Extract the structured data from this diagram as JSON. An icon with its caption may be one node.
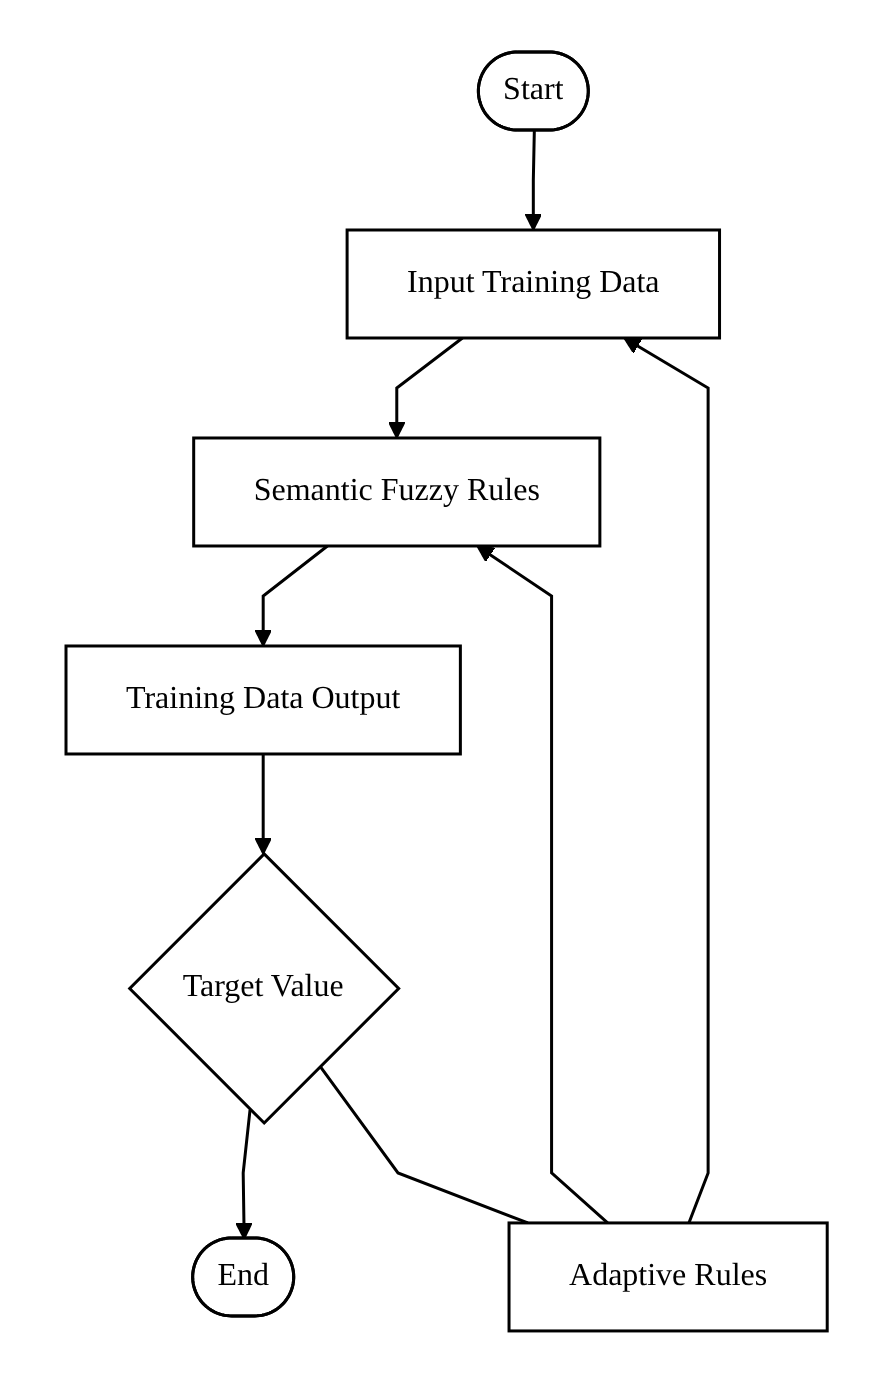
{
  "diagram": {
    "nodes": [
      {
        "text": [
          "Start"
        ]
      },
      {
        "text": [
          "Input Training Data"
        ]
      },
      {
        "text": [
          "Semantic Fuzzy Rules"
        ]
      },
      {
        "text": [
          "Training Data Output"
        ]
      },
      {
        "text": [
          "Target Value"
        ]
      },
      {
        "text": [
          "Adaptive Rules"
        ]
      },
      {
        "text": [
          "End"
        ]
      }
    ],
    "edges": [
      {
        "from": 0,
        "to": 1,
        "arrow": "to"
      },
      {
        "from": 1,
        "to": 2,
        "arrow": "to"
      },
      {
        "from": 2,
        "to": 3,
        "arrow": "to"
      },
      {
        "from": 3,
        "to": 4,
        "arrow": "to"
      },
      {
        "from": 4,
        "to": 6,
        "arrow": "to"
      },
      {
        "from": 4,
        "to": 5,
        "arrow": "none"
      },
      {
        "from": 5,
        "to": 1,
        "arrow": "to"
      },
      {
        "from": 5,
        "to": 2,
        "arrow": "to"
      }
    ]
  }
}
